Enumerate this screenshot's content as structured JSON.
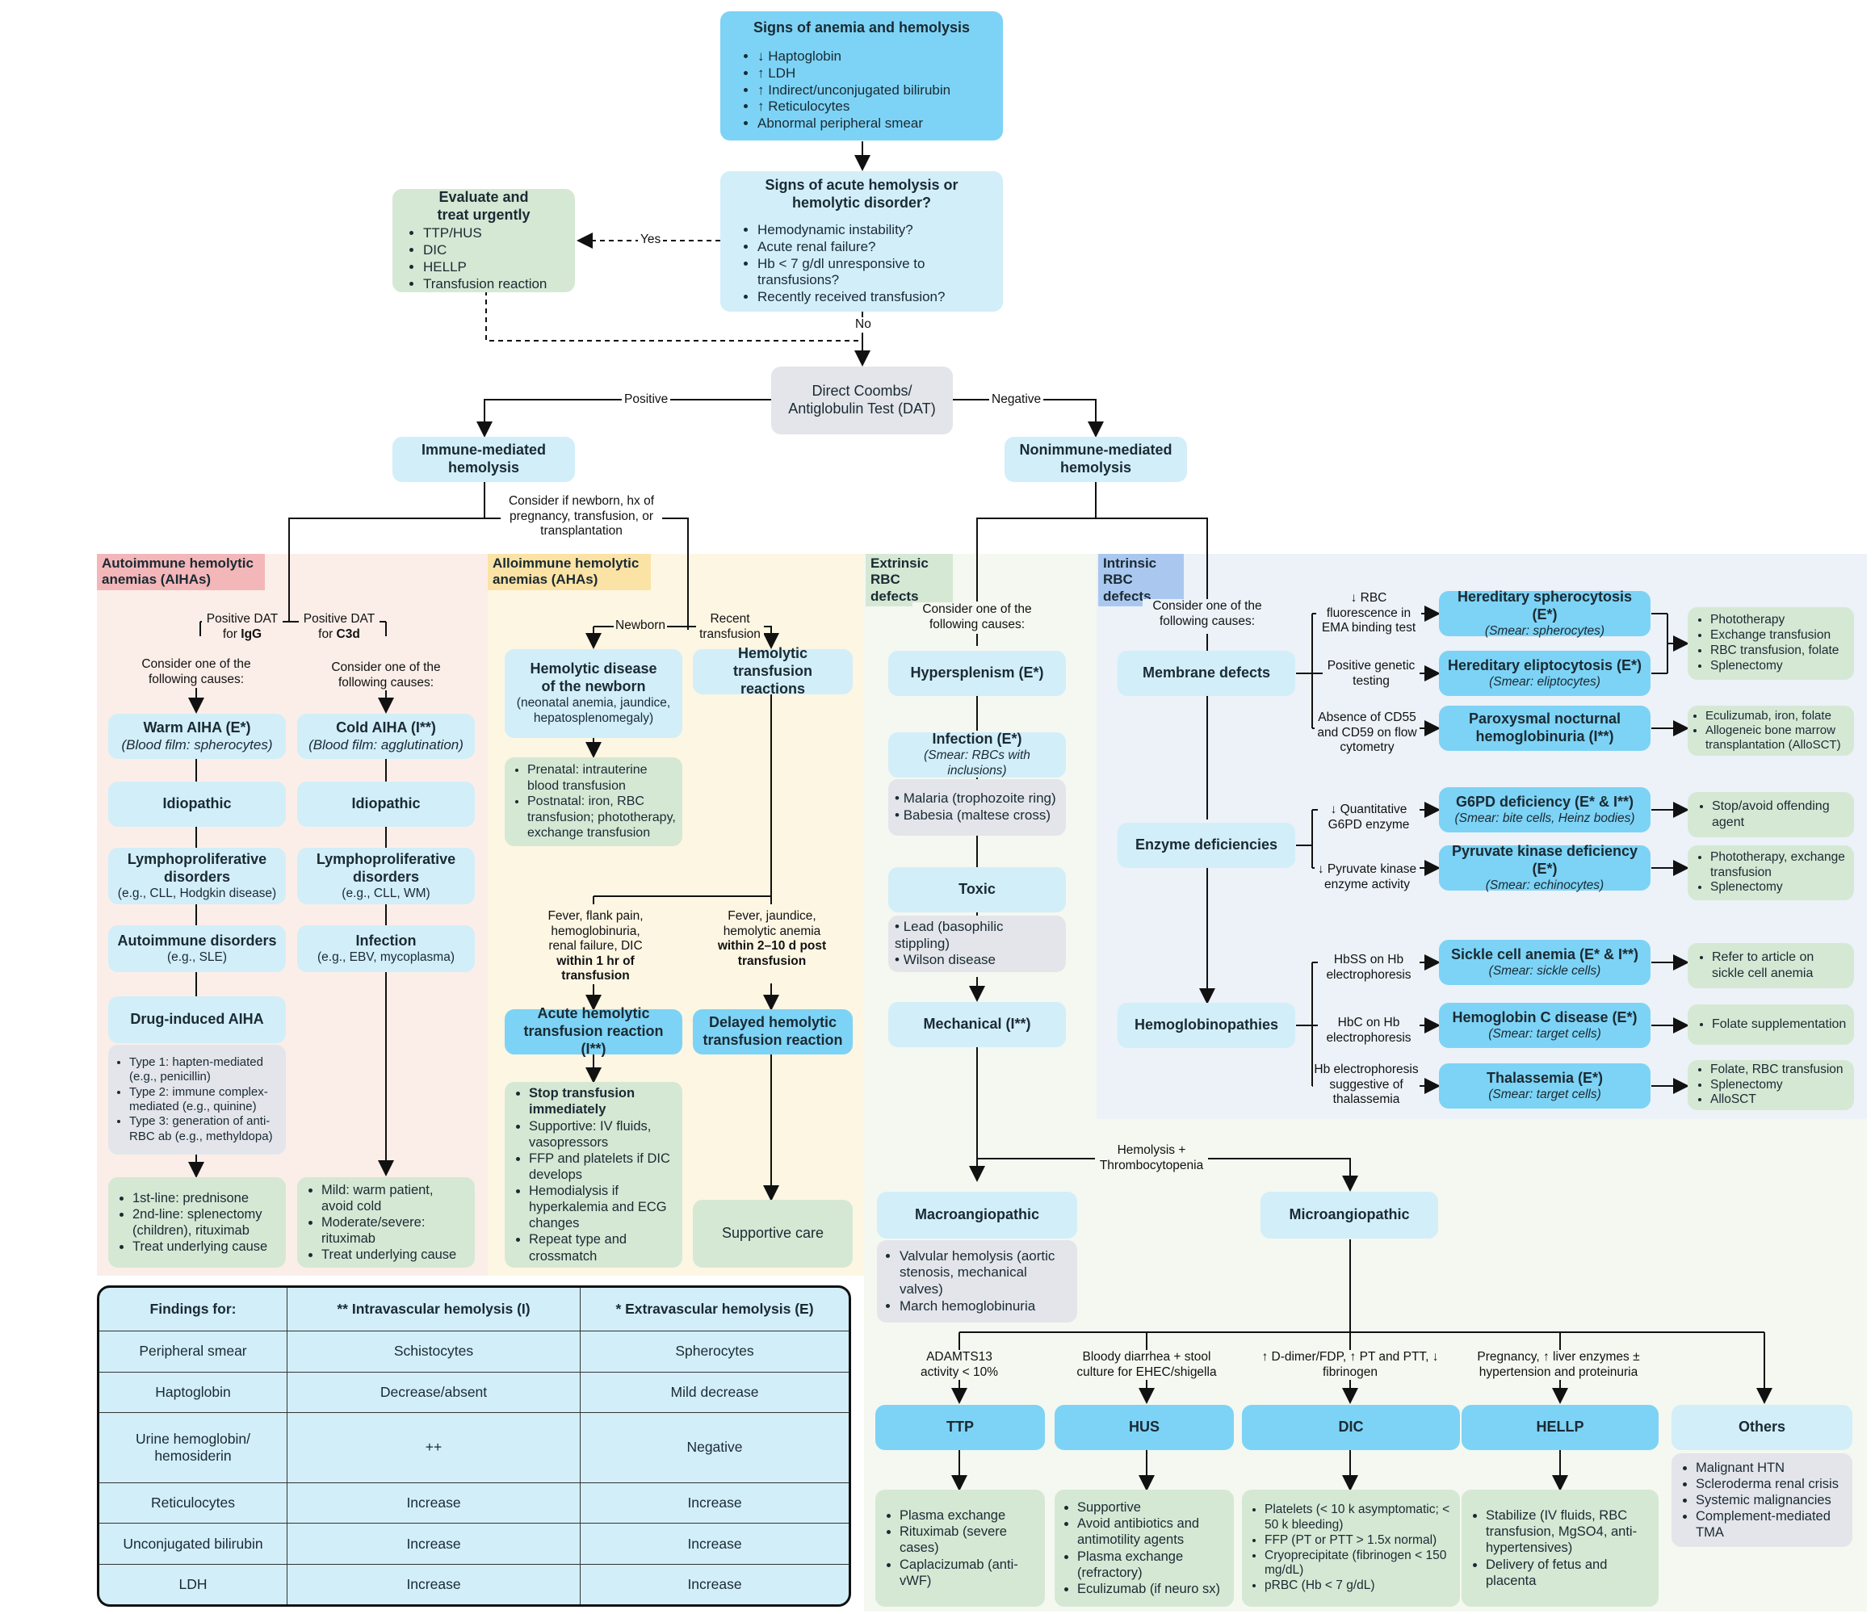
{
  "signs": {
    "title": "Signs of anemia and hemolysis",
    "items": [
      "↓ Haptoglobin",
      "↑ LDH",
      "↑ Indirect/unconjugated bilirubin",
      "↑ Reticulocytes",
      "Abnormal peripheral smear"
    ]
  },
  "acute": {
    "title": "Signs of acute hemolysis or hemolytic disorder?",
    "items": [
      "Hemodynamic instability?",
      "Acute renal failure?",
      "Hb < 7 g/dl unresponsive to transfusions?",
      "Recently received transfusion?"
    ]
  },
  "urgent": {
    "title": "Evaluate and treat urgently",
    "items": [
      "TTP/HUS",
      "DIC",
      "HELLP",
      "Transfusion reaction"
    ]
  },
  "labels": {
    "yes": "Yes",
    "no": "No",
    "positive": "Positive",
    "negative": "Negative",
    "consider_newborn": "Consider if newborn, hx of pregnancy, transfusion, or transplantation",
    "dat_igg_pre": "Positive DAT for ",
    "dat_igg_bold": "IgG",
    "dat_c3d_pre": "Positive DAT for ",
    "dat_c3d_bold": "C3d",
    "consider_one": "Consider one of the following causes:",
    "newborn": "Newborn",
    "recent_transfusion": "Recent transfusion",
    "ahtr_criteria": "Fever, flank pain, hemoglobinuria, renal failure, DIC",
    "ahtr_time": "within 1 hr of transfusion",
    "dhtr_criteria": "Fever, jaundice, hemolytic anemia",
    "dhtr_time": "within 2–10 d post transfusion",
    "ema": "↓ RBC fluorescence in EMA binding test",
    "genetic": "Positive genetic testing",
    "cd55": "Absence of CD55 and CD59 on flow cytometry",
    "g6pd_test": "↓ Quantitative G6PD enzyme",
    "pk_test": "↓ Pyruvate kinase enzyme activity",
    "hbss": "HbSS on Hb electrophoresis",
    "hbc": "HbC on Hb electrophoresis",
    "thal_test": "Hb electrophoresis suggestive of thalassemia",
    "hemo_thrombo": "Hemolysis + Thrombocytopenia",
    "adamts": "ADAMTS13 activity < 10%",
    "ehec": "Bloody diarrhea + stool culture for EHEC/shigella",
    "ddimer": "↑ D-dimer/FDP, ↑ PT and PTT, ↓ fibrinogen",
    "pregnancy": "Pregnancy, ↑ liver enzymes ± hypertension and proteinuria"
  },
  "dat": "Direct Coombs/ Antiglobulin Test (DAT)",
  "immune": "Immune-mediated hemolysis",
  "nonimmune": "Nonimmune-mediated hemolysis",
  "sections": {
    "aiha": "Autoimmune hemolytic anemias (AIHAs)",
    "ahas": "Alloimmune hemolytic anemias (AHAs)",
    "extrinsic": "Extrinsic RBC defects",
    "intrinsic": "Intrinsic RBC defects"
  },
  "aiha": {
    "warm": "Warm AIHA (E*)",
    "warm_sub": "(Blood film: spherocytes)",
    "cold": "Cold AIHA (I**)",
    "cold_sub": "(Blood film: agglutination)",
    "idiopathic": "Idiopathic",
    "lympho": "Lymphoproliferative disorders",
    "lympho_warm_sub": "(e.g., CLL, Hodgkin disease)",
    "lympho_cold_sub": "(e.g., CLL, WM)",
    "autoimmune": "Autoimmune disorders",
    "autoimmune_sub": "(e.g., SLE)",
    "infection": "Infection",
    "infection_sub": "(e.g., EBV, mycoplasma)",
    "drug": "Drug-induced AIHA",
    "drug_types": [
      "Type 1: hapten-mediated (e.g., penicillin)",
      "Type 2: immune complex-mediated (e.g., quinine)",
      "Type 3: generation of anti-RBC ab (e.g., methyldopa)"
    ],
    "warm_tx": [
      "1st-line: prednisone",
      "2nd-line: splenectomy (children), rituximab",
      "Treat underlying cause"
    ],
    "cold_tx": [
      "Mild: warm patient, avoid cold",
      "Moderate/severe: rituximab",
      "Treat underlying cause"
    ]
  },
  "aha": {
    "hdn": "Hemolytic disease of the newborn",
    "hdn_sub": "(neonatal anemia, jaundice, hepatosplenomegaly)",
    "hdn_tx": [
      "Prenatal: intrauterine blood transfusion",
      "Postnatal: iron, RBC transfusion; phototherapy, exchange transfusion"
    ],
    "htr": "Hemolytic transfusion reactions",
    "ahtr": "Acute hemolytic transfusion reaction (I**)",
    "dhtr": "Delayed hemolytic transfusion reaction",
    "ahtr_tx": [
      "Stop transfusion immediately",
      "Supportive: IV fluids, vasopressors",
      "FFP and platelets if DIC develops",
      "Hemodialysis if hyperkalemia and ECG changes",
      "Repeat type and crossmatch"
    ],
    "supportive": "Supportive care"
  },
  "extrinsic": {
    "hypersplenism": "Hypersplenism (E*)",
    "infection": "Infection (E*)",
    "infection_sub": "(Smear: RBCs with inclusions)",
    "infection_list": [
      "Malaria (trophozoite ring)",
      "Babesia (maltese cross)"
    ],
    "toxic": "Toxic",
    "toxic_list": [
      "Lead (basophilic stippling)",
      "Wilson disease"
    ],
    "mechanical": "Mechanical (I**)",
    "macro": "Macroangiopathic",
    "macro_list": [
      "Valvular hemolysis (aortic stenosis, mechanical valves)",
      "March hemoglobinuria"
    ],
    "micro": "Microangiopathic",
    "ttp": "TTP",
    "hus": "HUS",
    "dic": "DIC",
    "hellp": "HELLP",
    "others": "Others",
    "ttp_tx": [
      "Plasma exchange",
      "Rituximab (severe cases)",
      "Caplacizumab (anti-vWF)"
    ],
    "hus_tx": [
      "Supportive",
      "Avoid antibiotics and antimotility agents",
      "Plasma exchange (refractory)",
      "Eculizumab (if neuro sx)"
    ],
    "dic_tx": [
      "Platelets (< 10 k asymptomatic; < 50 k bleeding)",
      "FFP (PT or PTT > 1.5x normal)",
      "Cryoprecipitate (fibrinogen < 150 mg/dL)",
      "pRBC (Hb < 7 g/dL)"
    ],
    "hellp_tx": [
      "Stabilize (IV fluids, RBC transfusion, MgSO4, anti-hypertensives)",
      "Delivery of fetus and placenta"
    ],
    "others_list": [
      "Malignant HTN",
      "Scleroderma renal crisis",
      "Systemic malignancies",
      "Complement-mediated TMA"
    ]
  },
  "intrinsic": {
    "membrane": "Membrane defects",
    "enzyme": "Enzyme deficiencies",
    "hemoglobinopathies": "Hemoglobinopathies",
    "hs": "Hereditary spherocytosis (E*)",
    "hs_sub": "(Smear: spherocytes)",
    "he": "Hereditary eliptocytosis (E*)",
    "he_sub": "(Smear: eliptocytes)",
    "pnh": "Paroxysmal nocturnal hemoglobinuria (I**)",
    "g6pd": "G6PD deficiency (E* & I**)",
    "g6pd_sub": "(Smear: bite cells, Heinz bodies)",
    "pk": "Pyruvate kinase deficiency (E*)",
    "pk_sub": "(Smear: echinocytes)",
    "sickle": "Sickle cell anemia (E* & I**)",
    "sickle_sub": "(Smear: sickle cells)",
    "hbc_dis": "Hemoglobin C disease (E*)",
    "hbc_sub": "(Smear: target cells)",
    "thal": "Thalassemia (E*)",
    "thal_sub": "(Smear: target cells)",
    "membrane_tx": [
      "Phototherapy",
      "Exchange transfusion",
      "RBC transfusion, folate",
      "Splenectomy"
    ],
    "pnh_tx": [
      "Eculizumab, iron, folate",
      "Allogeneic bone marrow transplantation (AlloSCT)"
    ],
    "g6pd_tx": [
      "Stop/avoid offending agent"
    ],
    "pk_tx": [
      "Phototherapy, exchange transfusion",
      "Splenectomy"
    ],
    "sickle_tx": [
      "Refer to article on sickle cell anemia"
    ],
    "hbc_tx": [
      "Folate supplementation"
    ],
    "thal_tx": [
      "Folate, RBC transfusion",
      "Splenectomy",
      "AlloSCT"
    ]
  },
  "table": {
    "headers": [
      "Findings for:",
      "** Intravascular hemolysis (I)",
      "* Extravascular hemolysis (E)"
    ],
    "rows": [
      [
        "Peripheral smear",
        "Schistocytes",
        "Spherocytes"
      ],
      [
        "Haptoglobin",
        "Decrease/absent",
        "Mild decrease"
      ],
      [
        "Urine hemoglobin/ hemosiderin",
        "++",
        "Negative"
      ],
      [
        "Reticulocytes",
        "Increase",
        "Increase"
      ],
      [
        "Unconjugated bilirubin",
        "Increase",
        "Increase"
      ],
      [
        "LDH",
        "Increase",
        "Increase"
      ]
    ]
  },
  "colors": {
    "dark_blue": "#7dd3f5",
    "light_blue": "#d2eef9",
    "green": "#d5e8d4",
    "gray": "#e3e5ea",
    "aiha_bg": "#fbeee8",
    "aha_bg": "#fdf6e3",
    "extrinsic_bg": "#f4f8f0",
    "intrinsic_bg": "#ecf2f8",
    "aiha_tag": "#f3b7b9",
    "aha_tag": "#fbe3a5",
    "extrinsic_tag": "#d5e8d4",
    "intrinsic_tag": "#aac8ef"
  }
}
